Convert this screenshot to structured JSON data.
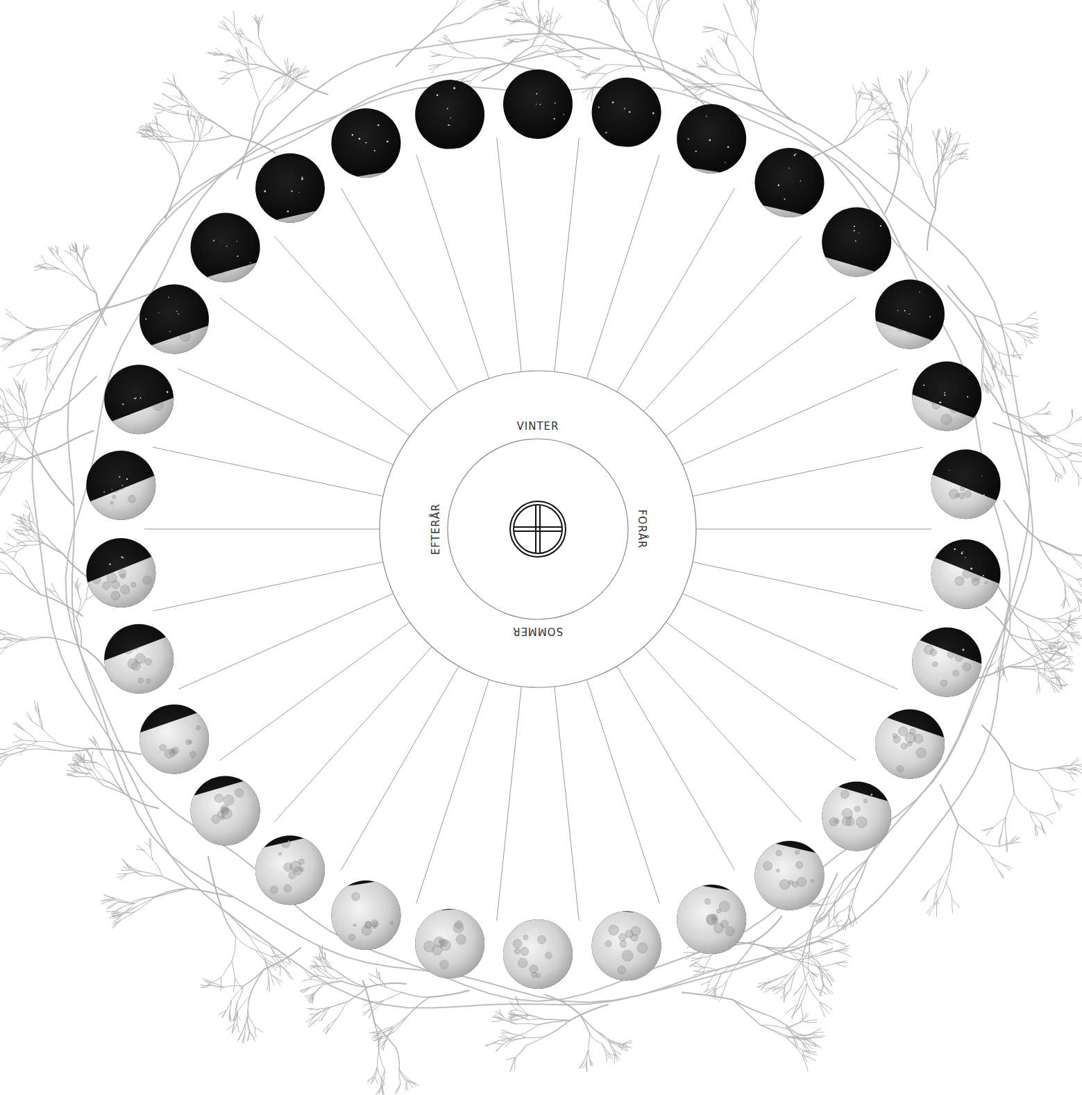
{
  "diagram": {
    "labels": [
      "VINTER",
      "FORÅR",
      "SOMMER",
      "EFTERÅR"
    ]
  }
}
